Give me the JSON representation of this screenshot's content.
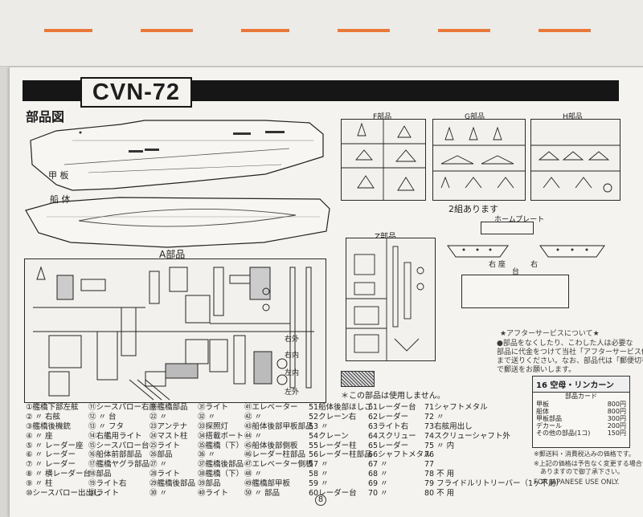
{
  "document": {
    "title": "CVN-72",
    "parts_diagram_title": "部品図",
    "page_number": "8"
  },
  "ship_labels": {
    "deck": "甲 板",
    "hull": "船 体"
  },
  "runners": {
    "a": "A部品",
    "f": "F部品",
    "g": "G部品",
    "h": "H部品",
    "z": "Z部品",
    "home_plate": "ホームプレート",
    "two_sets": "2組あります"
  },
  "stand_labels": {
    "right_stand": "右 座",
    "left_stand": "台",
    "right2": "右",
    "stand_center": "台"
  },
  "a_callouts": [
    "右外",
    "右内",
    "左内",
    "左外"
  ],
  "unused_note": "＊この部品は使用しません。",
  "after_service": {
    "title": "★アフターサービスについて★",
    "lines": [
      "●部品をなくしたり、こわした人は必要な",
      "部品に代金をつけて当社「アフターサービス係」",
      "まで送りください。なお、部品代は「郵便切手」",
      "で郵送をお願いします。"
    ]
  },
  "price_box": {
    "badge": "16",
    "title": "空母・リンカーン",
    "subtitle": "部品カード",
    "rows": [
      {
        "name": "甲板",
        "price": "800円"
      },
      {
        "name": "船体",
        "price": "800円"
      },
      {
        "name": "甲板部品",
        "price": "300円"
      },
      {
        "name": "デカール",
        "price": "200円"
      },
      {
        "name": "その他の部品(1コ)",
        "price": "150円"
      }
    ],
    "note1": "※郵送料・消費税込みの価格です。",
    "note2": "※上記の価格は予告なく変更する場合も",
    "note3": "ありますので御了承下さい。",
    "export": "FOR JAPANESE USE ONLY."
  },
  "parts_list": {
    "col1": [
      "①艦橋下部左舷",
      "② 〃 右舷",
      "③艦橋後機銃",
      "④ 〃 座",
      "⑤ 〃 レーダー座",
      "⑥ 〃 レーダー",
      "⑦ 〃 レーダー",
      "⑧ 〃 横レーダー台",
      "⑨ 〃 柱",
      "⑩シースパロー出出し"
    ],
    "col2": [
      "⑪シースパロー右座",
      "⑫ 〃 台",
      "⑬ 〃 フタ",
      "⑭右艦用ライト",
      "⑮シースパロー台",
      "⑯船体前部部品",
      "⑰艦橋ヤグラ部品",
      "⑱部品",
      "⑲ライト右",
      "⑳ライト"
    ],
    "col3": [
      "㉑艦橋部品",
      "㉒ 〃",
      "㉓アンテナ",
      "㉔マスト柱",
      "㉕ライト",
      "㉖部品",
      "㉗ 〃",
      "㉘ライト",
      "㉙艦橋後部品",
      "㉚ 〃"
    ],
    "col4": [
      "㉛ライト",
      "㉜ 〃",
      "㉝探照灯",
      "㉞搭載ボート",
      "㉟艦橋（下）",
      "㊱ 〃",
      "㊲艦橋後部品",
      "㊳艦橋（下）",
      "㊴部品",
      "㊵ライト"
    ],
    "col5": [
      "㊶エレベーター",
      "㊷ 〃",
      "㊸船体後部甲板部品",
      "㊹ 〃",
      "㊺船体後部側板",
      "㊻レーダー柱部品",
      "㊼エレベーター側板",
      "㊽ 〃",
      "㊾艦橋部甲板",
      "㊿ 〃 部品"
    ],
    "col6": [
      "51船体後部ほしご",
      "52クレーン右",
      "53 〃",
      "54クレーン",
      "55レーダー柱",
      "56レーダー柱部品",
      "57 〃",
      "58 〃",
      "59 〃",
      "60レーダー台"
    ],
    "col7": [
      "61レーダー台",
      "62レーダー",
      "63ライト右",
      "64スクリュー",
      "65レーダー",
      "66シャフトメタル",
      "67 〃",
      "68 〃",
      "69 〃",
      "70 〃"
    ],
    "col8": [
      "71シャフトメタル",
      "72 〃",
      "73右舷用出し",
      "74スクリューシャフト外",
      "75 〃 内",
      "76",
      "77",
      "78 不 用",
      "79 フライドルリトリーバー（1ヶ不用）",
      "80 不 用"
    ]
  }
}
